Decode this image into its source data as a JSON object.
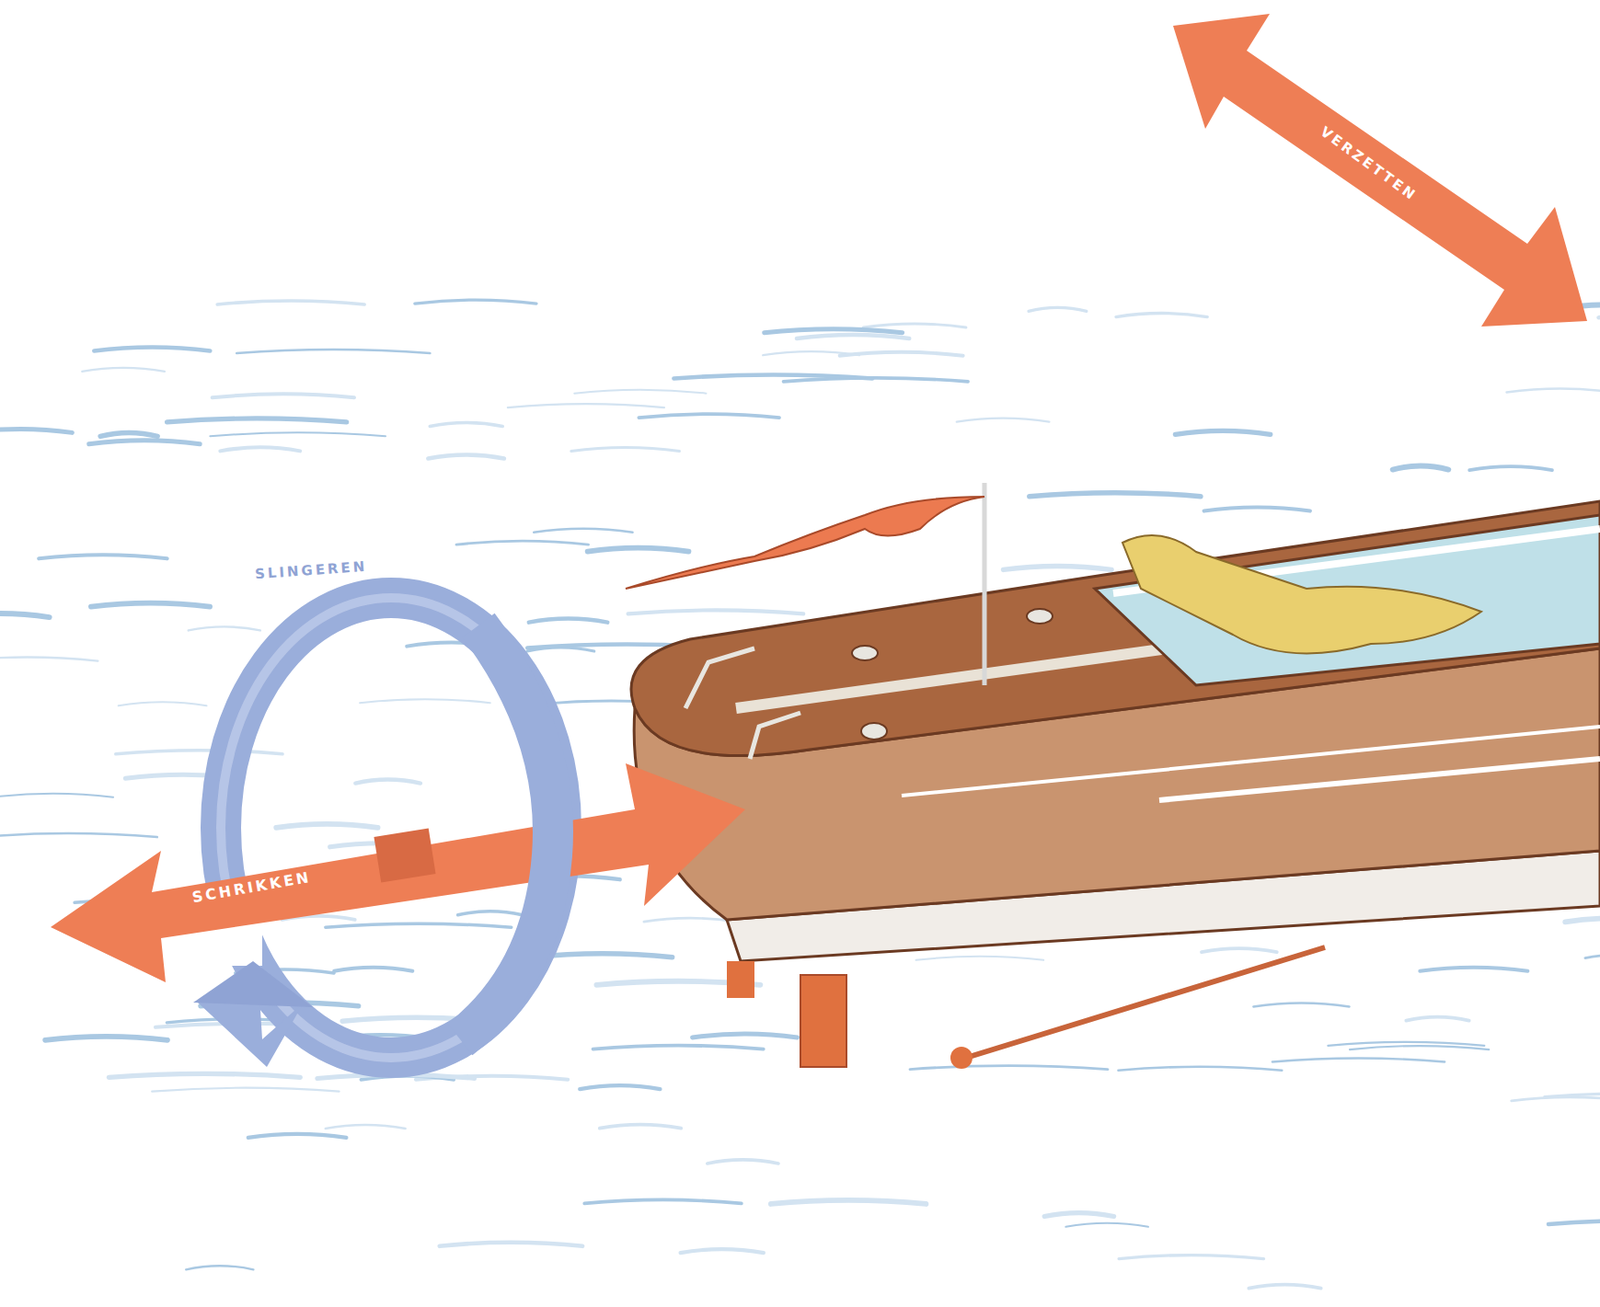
{
  "diagram": {
    "labels": [
      "VERZETTEN",
      "SLINGEREN",
      "SCHRIKKEN"
    ]
  }
}
